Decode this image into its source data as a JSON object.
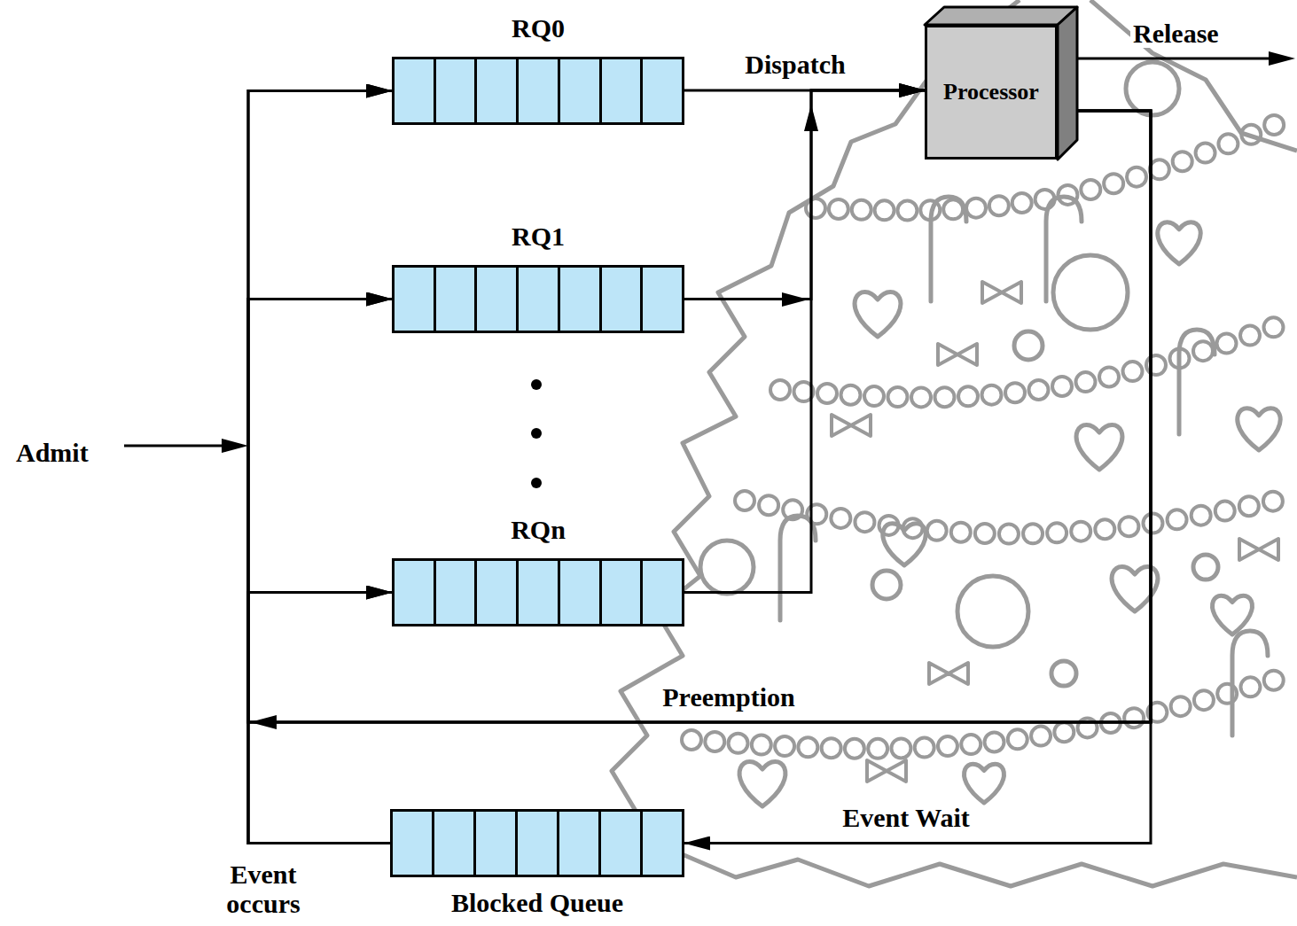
{
  "diagram": {
    "nodes": [
      {
        "text": [
          "RQ0"
        ]
      },
      {
        "text": [
          "RQ1"
        ]
      },
      {
        "text": [
          "RQn"
        ]
      },
      {
        "text": [
          "Processor"
        ]
      },
      {
        "text": [
          "Blocked Queue"
        ]
      }
    ],
    "edges": [
      {
        "from": 0,
        "to": 3,
        "label": "Dispatch",
        "arrow": "to"
      },
      {
        "from": 1,
        "to": 3,
        "arrow": "to"
      },
      {
        "from": 2,
        "to": 3,
        "arrow": "to"
      },
      {
        "from": 3,
        "to": 4,
        "label": "Event Wait",
        "arrow": "to"
      },
      {
        "from": 3,
        "to": 0,
        "label": "Preemption",
        "arrow": "to"
      },
      {
        "from": 3,
        "to": 1,
        "arrow": "to"
      },
      {
        "from": 3,
        "to": 2,
        "arrow": "to"
      },
      {
        "from": 4,
        "to": 0,
        "label": "Event occurs",
        "arrow": "to"
      },
      {
        "from": 4,
        "to": 1,
        "arrow": "to"
      },
      {
        "from": 4,
        "to": 2,
        "arrow": "to"
      }
    ],
    "labels": [
      "Admit",
      "Release"
    ]
  }
}
